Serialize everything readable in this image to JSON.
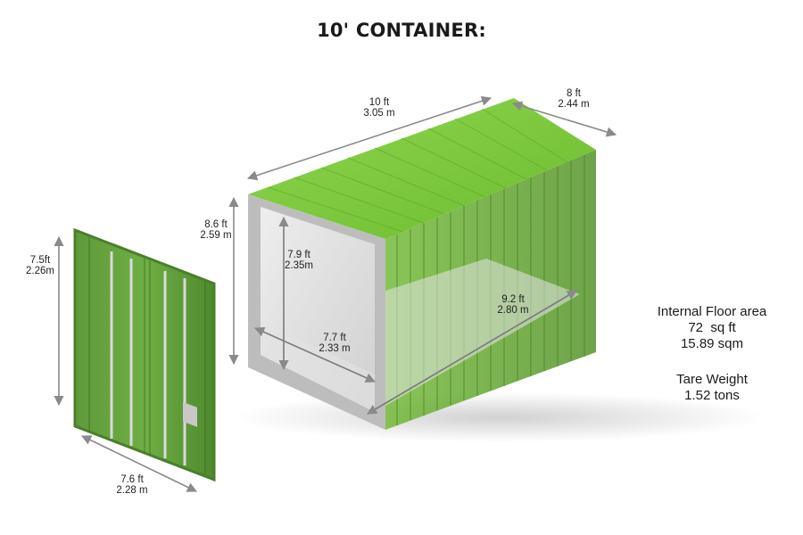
{
  "title": "10' CONTAINER:",
  "colors": {
    "container_green": "#6fbf35",
    "container_dark_green": "#4f8f22",
    "door_green": "#5e9a3a",
    "frame_gray": "#bdbdbd",
    "interior_gray": "#d8d8d8",
    "arrow_gray": "#8a8a8a"
  },
  "dimensions": {
    "length_ext": {
      "ft": "10 ft",
      "m": "3.05 m"
    },
    "width_ext": {
      "ft": "8 ft",
      "m": "2.44 m"
    },
    "height_ext": {
      "ft": "8.6 ft",
      "m": "2.59 m"
    },
    "height_int": {
      "ft": "7.9 ft",
      "m": "2.35m"
    },
    "width_int": {
      "ft": "7.7 ft",
      "m": "2.33 m"
    },
    "length_int": {
      "ft": "9.2 ft",
      "m": "2.80 m"
    },
    "door_height": {
      "ft": "7.5ft",
      "m": "2.26m"
    },
    "door_width": {
      "ft": "7.6 ft",
      "m": "2.28 m"
    }
  },
  "specs": {
    "floor_label": "Internal Floor area",
    "floor_sqft": "72  sq ft",
    "floor_sqm": "15.89 sqm",
    "tare_label": "Tare Weight",
    "tare_value": "1.52 tons"
  }
}
